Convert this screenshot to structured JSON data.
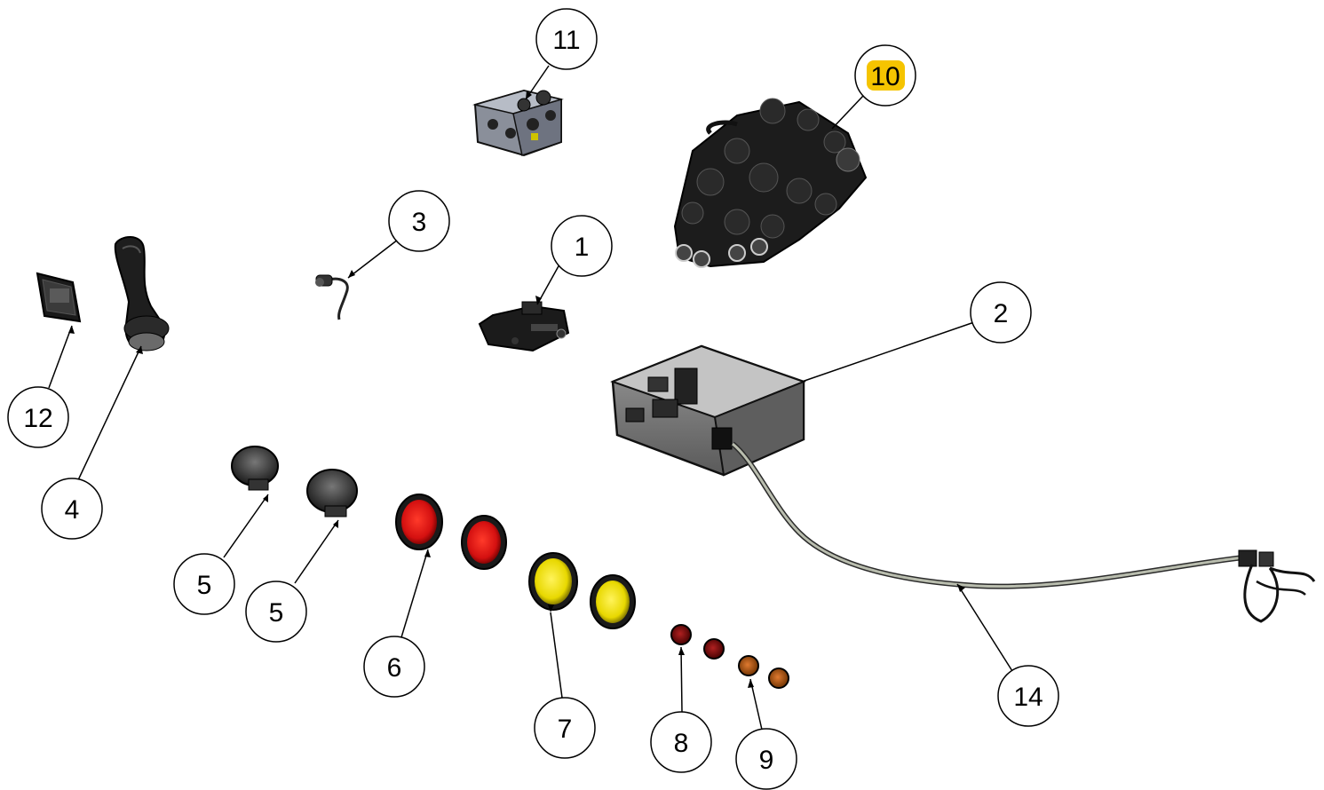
{
  "highlight_color": "#f5c400",
  "callouts": [
    {
      "id": "callout-11",
      "label": "11",
      "highlighted": false
    },
    {
      "id": "callout-10",
      "label": "10",
      "highlighted": true
    },
    {
      "id": "callout-3",
      "label": "3",
      "highlighted": false
    },
    {
      "id": "callout-1",
      "label": "1",
      "highlighted": false
    },
    {
      "id": "callout-2",
      "label": "2",
      "highlighted": false
    },
    {
      "id": "callout-12",
      "label": "12",
      "highlighted": false
    },
    {
      "id": "callout-4",
      "label": "4",
      "highlighted": false
    },
    {
      "id": "callout-5a",
      "label": "5",
      "highlighted": false
    },
    {
      "id": "callout-5b",
      "label": "5",
      "highlighted": false
    },
    {
      "id": "callout-6",
      "label": "6",
      "highlighted": false
    },
    {
      "id": "callout-7",
      "label": "7",
      "highlighted": false
    },
    {
      "id": "callout-8",
      "label": "8",
      "highlighted": false
    },
    {
      "id": "callout-9",
      "label": "9",
      "highlighted": false
    },
    {
      "id": "callout-14",
      "label": "14",
      "highlighted": false
    }
  ]
}
